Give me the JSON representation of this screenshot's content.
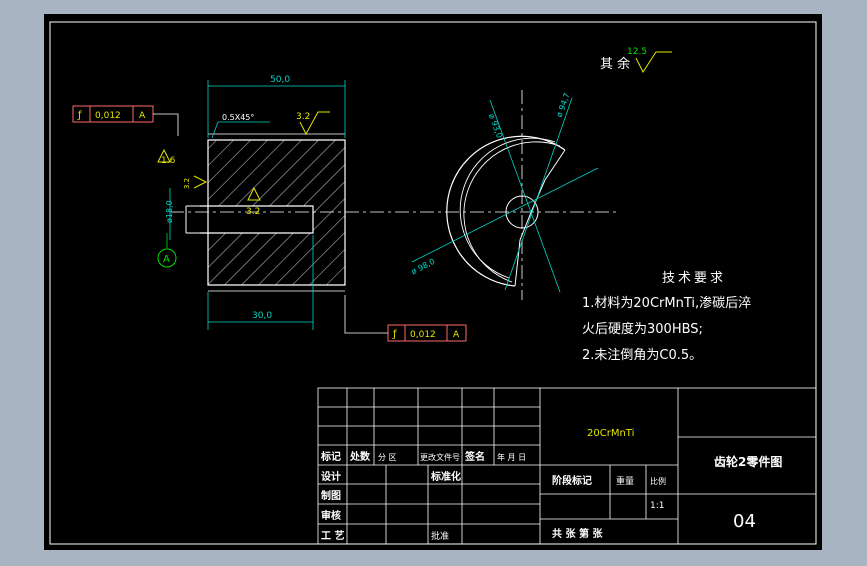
{
  "colors": {
    "background": "#a9b4c3",
    "sheet": "#000000",
    "line": "#ffffff",
    "dimension": "#00d7c8",
    "annotation": "#e6e600",
    "tolerance_frame": "#ff6a6a",
    "datum": "#00e000",
    "center_line": "#e05050"
  },
  "surface_note": {
    "label": "其 余",
    "roughness": "12.5"
  },
  "dimensions": {
    "overall_length": "50,0",
    "bore_depth": "30,0",
    "chamfer": "0.5X45°",
    "roughness_top": "3.2",
    "roughness_bore": "3.2",
    "roughness_left": "1.6",
    "roughness_small": "3.2",
    "bore_diameter": "ø18,0",
    "datum_letter": "A",
    "dia_a": "ø 93,0",
    "dia_b": "ø 94,7",
    "dia_c": "ø 98,0"
  },
  "tolerance_frames": [
    {
      "symbol": "ƒ",
      "value": "0,012",
      "datum": "A"
    },
    {
      "symbol": "ƒ",
      "value": "0,012",
      "datum": "A"
    }
  ],
  "tech_requirements": {
    "title": "技术要求",
    "line1": "1.材料为20CrMnTi,渗碳后淬",
    "line2": "火后硬度为300HBS;",
    "line3": "2.未注倒角为C0.5。"
  },
  "title_block": {
    "material": "20CrMnTi",
    "drawing_title": "齿轮2零件图",
    "drawing_number": "04",
    "scale": "1:1",
    "headers": [
      "标记",
      "处数",
      "分 区",
      "更改文件号",
      "签名",
      "年 月 日"
    ],
    "rows": [
      "设计",
      "制图",
      "审核",
      "工 艺"
    ],
    "standardize": "标准化",
    "approve": "批准",
    "stage_label": "阶段标记",
    "weight_label": "重量",
    "scale_label": "比例",
    "sheets_label": "共  张  第  张"
  }
}
